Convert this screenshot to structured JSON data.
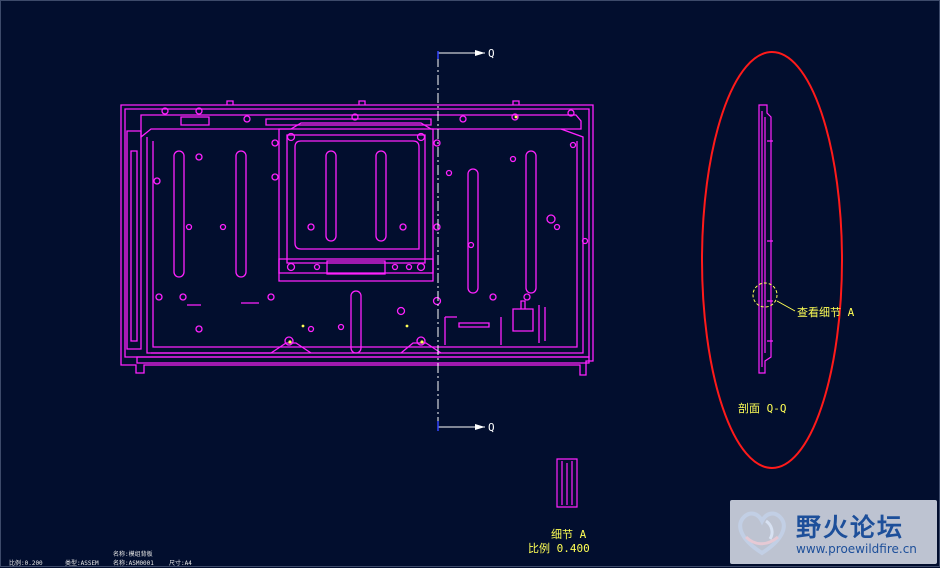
{
  "colors": {
    "background": "#020e2e",
    "part": "#ff22ff",
    "annotation": "#ffff55",
    "cut_line": "#ffffff",
    "axis": "#3344ff",
    "highlight_ellipse": "#ff1a1a",
    "watermark_text": "#1d4f9a"
  },
  "section_marks": {
    "top": "Q",
    "bottom": "Q"
  },
  "labels": {
    "detail_callout": "查看细节 A",
    "section_title": "剖面 Q-Q",
    "detail_title": "细节 A",
    "detail_scale": "比例 0.400"
  },
  "title_block": {
    "scale": "比例:0.200",
    "type": "类型:ASSEM",
    "name_top": "名称:模组背板",
    "name": "名称:ASM0001",
    "size": "尺寸:A4"
  },
  "watermark": {
    "title": "野火论坛",
    "url": "www.proewildfire.cn",
    "logo": "heart-logo-icon"
  }
}
